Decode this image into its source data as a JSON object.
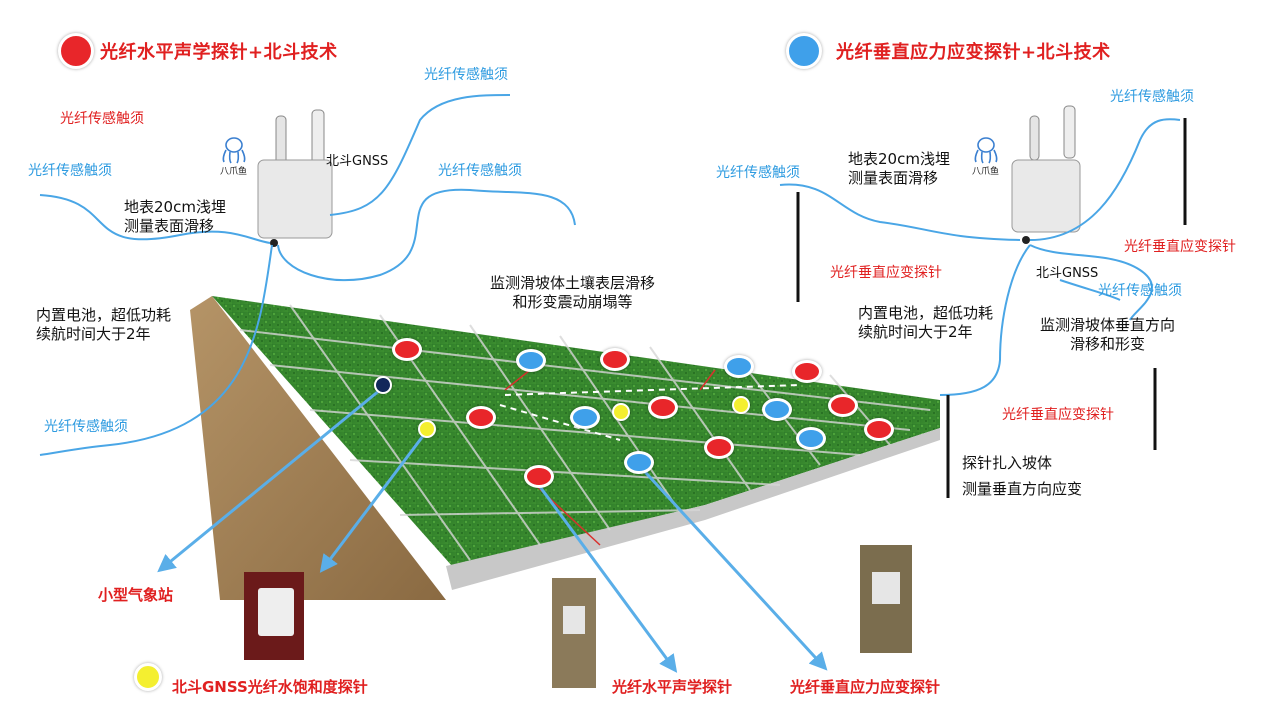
{
  "legend": {
    "left_title": "光纤水平声学探针+北斗技术",
    "right_title": "光纤垂直应力应变探针+北斗技术",
    "left_color": "#e8262a",
    "right_color": "#3fa0ea",
    "yellow_color": "#f4ef30"
  },
  "left_panel": {
    "whisker_top": "光纤传感触须",
    "whisker_red": "光纤传感触须",
    "whisker_left": "光纤传感触须",
    "whisker_right": "光纤传感触须",
    "whisker_bottom": "光纤传感触须",
    "gnss_label": "北斗GNSS",
    "surface_line1": "地表20cm浅埋",
    "surface_line2": "测量表面滑移",
    "battery_line1": "内置电池，超低功耗",
    "battery_line2": "续航时间大于2年",
    "logo_text": "八爪鱼"
  },
  "center": {
    "monitor_line1": "监测滑坡体土壤表层滑移",
    "monitor_line2": "和形变震动崩塌等"
  },
  "right_panel": {
    "whisker_top": "光纤传感触须",
    "whisker_left": "光纤传感触须",
    "whisker_mid": "光纤传感触须",
    "surface_line1": "地表20cm浅埋",
    "surface_line2": "测量表面滑移",
    "probe_right": "光纤垂直应变探针",
    "probe_left": "光纤垂直应变探针",
    "probe_lower": "光纤垂直应变探针",
    "gnss_label": "北斗GNSS",
    "battery_line1": "内置电池，超低功耗",
    "battery_line2": "续航时间大于2年",
    "vertical_line1": "监测滑坡体垂直方向",
    "vertical_line2": "滑移和形变",
    "insert_line1": "探针扎入坡体",
    "insert_line2": "测量垂直方向应变",
    "logo_text": "八爪鱼"
  },
  "bottom": {
    "weather_station": "小型气象站",
    "gnss_saturation": "北斗GNSS光纤水饱和度探针",
    "horizontal_probe": "光纤水平声学探针",
    "vertical_probe": "光纤垂直应力应变探针"
  }
}
